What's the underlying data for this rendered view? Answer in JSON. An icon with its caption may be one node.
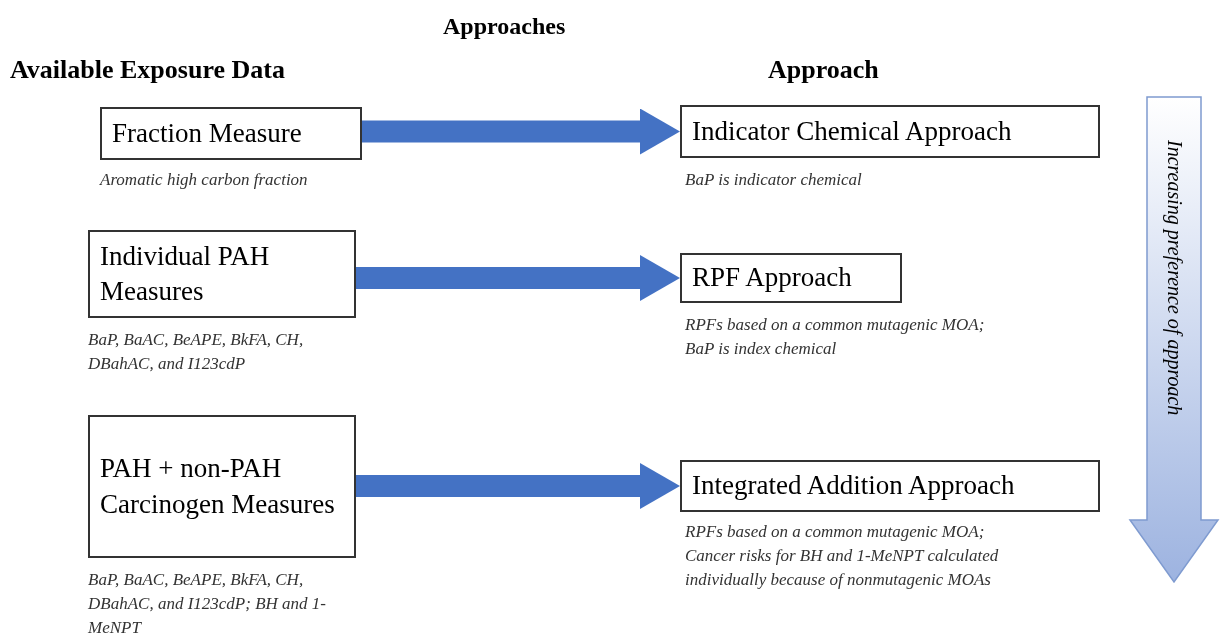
{
  "diagram": {
    "title": "Approaches",
    "nodes": [
      {
        "text": [
          "Fraction Measure"
        ],
        "beside": [
          "Aromatic high carbon fraction"
        ]
      },
      {
        "text": [
          "Individual PAH Measures"
        ],
        "beside": [
          "BaP, BaAC, BeAPE, BkFA, CH, DBahAC, and I123cdP"
        ]
      },
      {
        "text": [
          "PAH + non-PAH Carcinogen Measures"
        ],
        "beside": [
          "BaP, BaAC, BeAPE, BkFA, CH, DBahAC, and I123cdP; BH and 1-MeNPT"
        ]
      },
      {
        "text": [
          "Indicator Chemical Approach"
        ],
        "beside": [
          "BaP is indicator chemical"
        ]
      },
      {
        "text": [
          "RPF Approach"
        ],
        "beside": [
          "RPFs based on a common mutagenic MOA; BaP is index chemical"
        ]
      },
      {
        "text": [
          "Integrated Addition Approach"
        ],
        "beside": [
          "RPFs based on a common mutagenic MOA; Cancer risks for BH and 1-MeNPT calculated individually because of nonmutagenic MOAs"
        ]
      }
    ],
    "edges": [
      {
        "from": 0,
        "to": 3,
        "arrow": "to"
      },
      {
        "from": 1,
        "to": 4,
        "arrow": "to"
      },
      {
        "from": 2,
        "to": 5,
        "arrow": "to"
      }
    ],
    "labels": [
      "Available Exposure Data",
      "Approach",
      "Increasing preference of approach"
    ]
  }
}
